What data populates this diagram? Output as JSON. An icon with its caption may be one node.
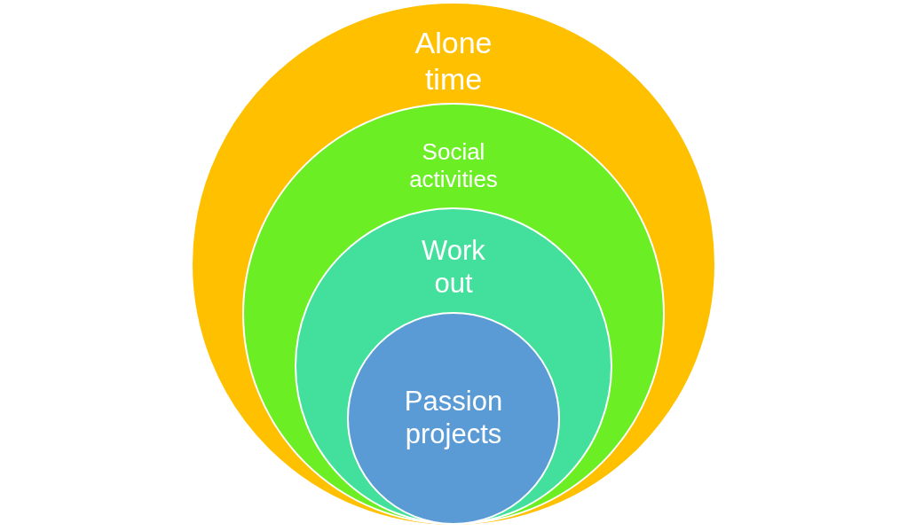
{
  "diagram": {
    "nodes": [
      {
        "text": [
          "Alone time"
        ]
      },
      {
        "text": [
          "Social activities"
        ],
        "in": 0
      },
      {
        "text": [
          "Work out"
        ],
        "in": 1
      },
      {
        "text": [
          "Passion projects"
        ],
        "in": 2
      }
    ]
  }
}
